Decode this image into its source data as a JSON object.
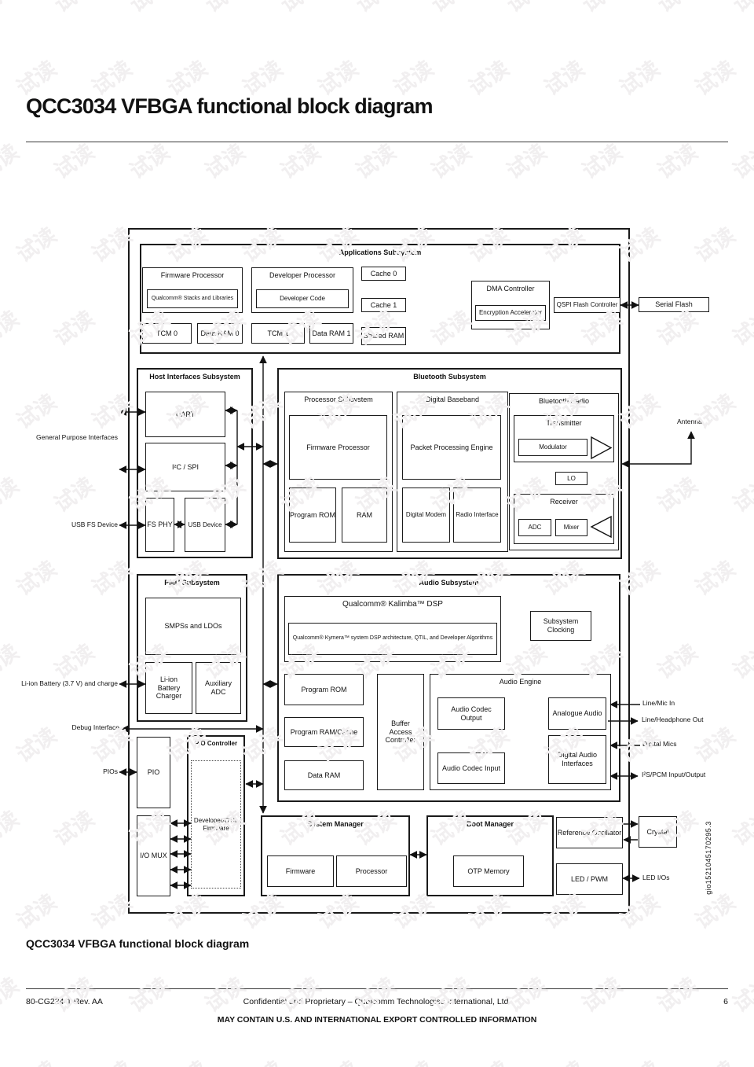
{
  "page": {
    "title": "QCC3034 VFBGA functional block diagram",
    "caption": "QCC3034 VFBGA functional block diagram",
    "watermark_text": "试读",
    "figure_id_vertical": "gio1521045170295.3",
    "footer": {
      "doc_number": "80-CG234-1 Rev. AA",
      "confidential": "Confidential and Proprietary – Qualcomm Technologies International, Ltd.",
      "export_notice": "MAY CONTAIN U.S. AND INTERNATIONAL EXPORT CONTROLLED INFORMATION",
      "page_number": "6"
    }
  },
  "diagram": {
    "applications": {
      "title": "Applications Subsystem",
      "firmware_processor": "Firmware Processor",
      "qualcomm_stacks": "Qualcomm® Stacks and Libraries",
      "developer_processor": "Developer Processor",
      "developer_code": "Developer Code",
      "cache0": "Cache 0",
      "cache1": "Cache 1",
      "shared_ram": "Shared RAM",
      "tcm0": "TCM 0",
      "data_ram0": "Data RAM 0",
      "tcm1": "TCM 1",
      "data_ram1": "Data RAM 1",
      "dma": "DMA Controller",
      "encryption": "Encryption Accelerator",
      "qspi": "QSPI Flash Controller"
    },
    "host": {
      "title": "Host Interfaces Subsystem",
      "uart": "UART",
      "i2c_spi": "I²C / SPI",
      "fs_phy": "FS PHY",
      "usb_device": "USB Device"
    },
    "bluetooth": {
      "title": "Bluetooth Subsystem",
      "processor_subsystem": "Processor Subsystem",
      "firmware_processor": "Firmware Processor",
      "program_rom": "Program ROM",
      "ram": "RAM",
      "digital_baseband": "Digital Baseband",
      "packet_engine": "Packet Processing Engine",
      "digital_modem": "Digital Modem",
      "radio_interface": "Radio Interface",
      "radio": "Bluetooth Radio",
      "transmitter": "Transmitter",
      "modulator": "Modulator",
      "lo": "LO",
      "receiver": "Receiver",
      "adc": "ADC",
      "mixer": "Mixer"
    },
    "pmu": {
      "title": "PMU Subsystem",
      "smps": "SMPSs and LDOs",
      "charger": "Li-ion Battery Charger",
      "aux_adc": "Auxiliary ADC"
    },
    "audio": {
      "title": "Audio Subsystem",
      "kalimba": "Qualcomm® Kalimba™ DSP",
      "kymera": "Qualcomm® Kymera™  system DSP architecture, QTIL, and Developer Algorithms",
      "subsystem_clocking": "Subsystem Clocking",
      "program_rom": "Program ROM",
      "program_ram": "Program RAM/Cache",
      "data_ram": "Data RAM",
      "buffer_access": "Buffer Access Controller",
      "audio_engine": "Audio Engine",
      "codec_out": "Audio Codec Output",
      "codec_in": "Audio Codec Input",
      "analogue_audio": "Analogue Audio",
      "digital_audio": "Digital Audio Interfaces"
    },
    "pio": {
      "title": "PIO Controller",
      "pio": "PIO",
      "io_mux": "I/O MUX",
      "dev_firmware": "Developer/QTIL Firmware"
    },
    "system_manager": {
      "title": "System Manager",
      "firmware": "Firmware",
      "processor": "Processor"
    },
    "boot_manager": {
      "title": "Boot Manager",
      "otp": "OTP Memory"
    },
    "clocks": {
      "ref_osc": "Reference Oscillator",
      "led_pwm": "LED / PWM"
    },
    "external": {
      "serial_flash": "Serial Flash",
      "antenna": "Antenna",
      "general_purpose": "General Purpose Interfaces",
      "usb_fs_device": "USB FS Device",
      "li_ion": "Li-ion Battery (3.7 V) and charge",
      "debug": "Debug Interface",
      "pios": "PIOs",
      "line_mic_in": "Line/Mic In",
      "line_headphone_out": "Line/Headphone Out",
      "digital_mics": "Digital Mics",
      "i2s_pcm": "I²S/PCM Input/Output",
      "crystal": "Crystal",
      "led_ios": "LED I/Os"
    }
  }
}
